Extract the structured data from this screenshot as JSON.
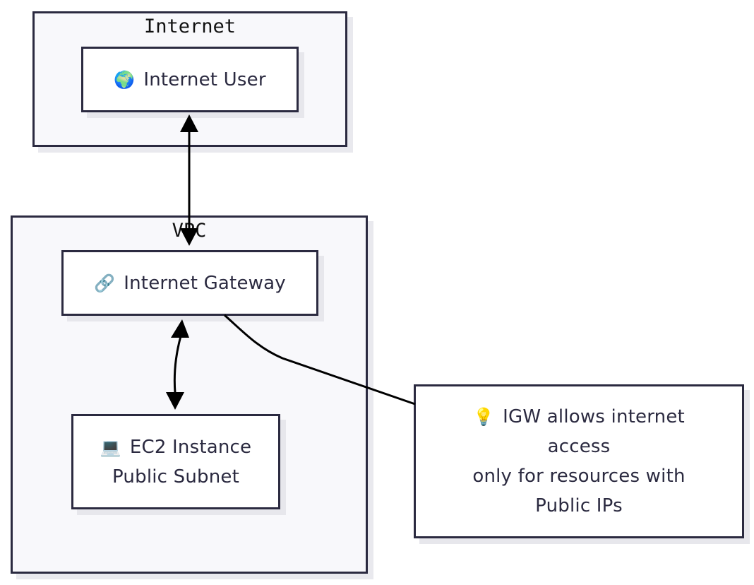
{
  "clusters": {
    "internet": {
      "title": "Internet"
    },
    "vpc": {
      "title": "VPC"
    }
  },
  "nodes": {
    "internet_user": {
      "icon": "🌍",
      "icon_name": "globe-icon",
      "label": "Internet User"
    },
    "internet_gateway": {
      "icon": "🔗",
      "icon_name": "link-icon",
      "label": "Internet Gateway"
    },
    "ec2_instance": {
      "icon": "💻",
      "icon_name": "laptop-icon",
      "label_line1": "EC2 Instance",
      "label_line2": "Public Subnet"
    },
    "note": {
      "icon": "💡",
      "icon_name": "lightbulb-icon",
      "line1": "IGW allows internet",
      "line2": "access",
      "line3": "only for resources with",
      "line4": "Public IPs"
    }
  },
  "colors": {
    "border": "#2b2a40",
    "cluster_fill": "#f8f8fb",
    "edge": "#000000"
  }
}
